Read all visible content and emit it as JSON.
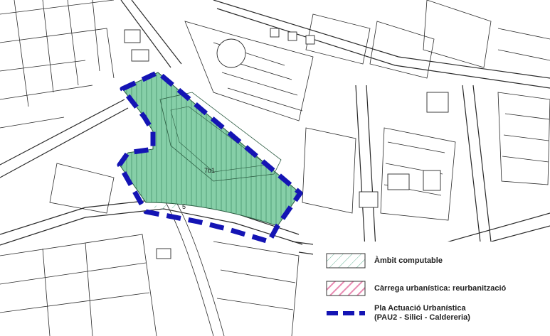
{
  "map": {
    "zones": [
      {
        "label": "7b1"
      },
      {
        "label": "5"
      }
    ],
    "colors": {
      "zone_fill": "#86cfa8",
      "boundary": "#1414b4",
      "pink": "#f3a6c4",
      "ambit": "#d9efe6"
    }
  },
  "legend": {
    "items": [
      {
        "label": "Àmbit computable",
        "swatch": "hatched-light-green"
      },
      {
        "label": "Càrrega urbanística: reurbanització",
        "swatch": "hatched-pink"
      },
      {
        "label_line1": "Pla Actuació Urbanística",
        "label_line2": "(PAU2 - Silici - Caldereria)",
        "swatch": "blue-dashed-line"
      }
    ]
  }
}
